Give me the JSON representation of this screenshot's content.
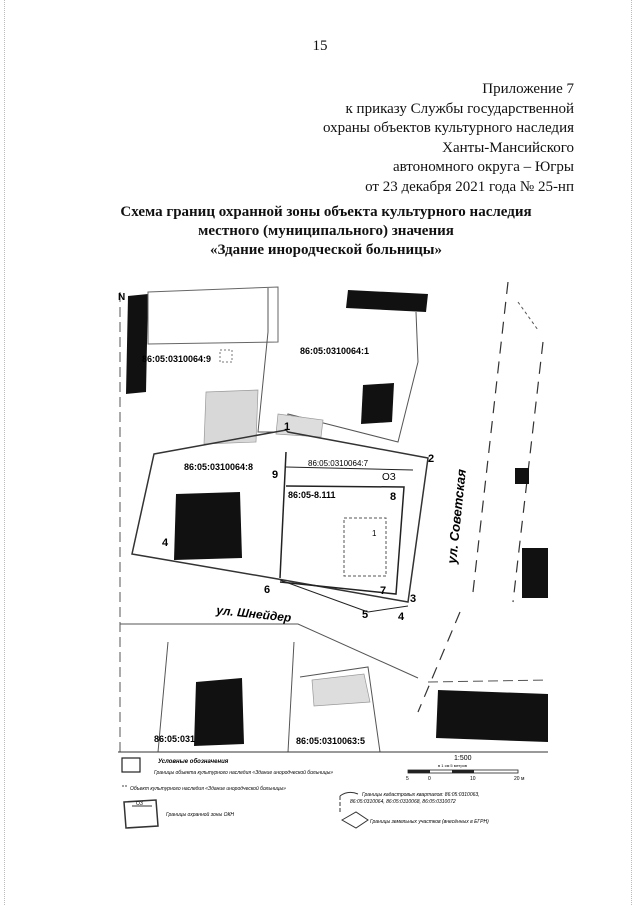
{
  "page": {
    "number": "15"
  },
  "appendix": {
    "lines": [
      "Приложение 7",
      "к приказу Службы государственной",
      "охраны объектов культурного наследия",
      "Ханты-Мансийского",
      "автономного округа – Югры",
      "от 23 декабря 2021 года № 25-нп"
    ]
  },
  "title": {
    "lines": [
      "Схема границ охранной зоны объекта культурного наследия",
      "местного (муниципального) значения",
      "«Здание инородческой больницы»"
    ]
  },
  "map": {
    "parcels": {
      "p9": "86:05:0310064:9",
      "p1": "86:05:0310064:1",
      "p8": "86:05:0310064:8",
      "p7": "86:05:0310064:7",
      "oz": "ОЗ",
      "p111": "86:05-8.111",
      "bottom_left": "86:05:031",
      "bottom_right": "86:05:0310063:5"
    },
    "streets": {
      "sovetskaya": "ул. Советская",
      "shneider": "ул. Шнейдер"
    },
    "points": {
      "n1": "1",
      "n2": "2",
      "n3": "3",
      "n4": "4",
      "n5": "5",
      "n6": "6",
      "n7": "7",
      "n8": "8",
      "n9": "9",
      "n4b": "4",
      "inner1": "1"
    },
    "corner_mark": "N"
  },
  "legend": {
    "heading": "Условные обозначения",
    "object_boundary": "Границы объекта культурного наследия «Здание инородческой больницы»",
    "object": "Объект культурного наследия «Здание инородческой больницы»",
    "oz_sample": "ОЗ",
    "protection_zone": "Границы охранной зоны ОКН",
    "scale": "1:500",
    "scale_sub": "в 1 см 5 метров",
    "scale_ticks": [
      "5",
      "0",
      "10",
      "20 м"
    ],
    "cadastral_blocks": "Границы кадастровых кварталов: 86:05:0310063,",
    "cadastral_blocks_2": "86:05:0310064, 86:05:0310068, 86:05:0310072",
    "land_plots": "Границы земельных участков (внесённых в ЕГРН)"
  }
}
